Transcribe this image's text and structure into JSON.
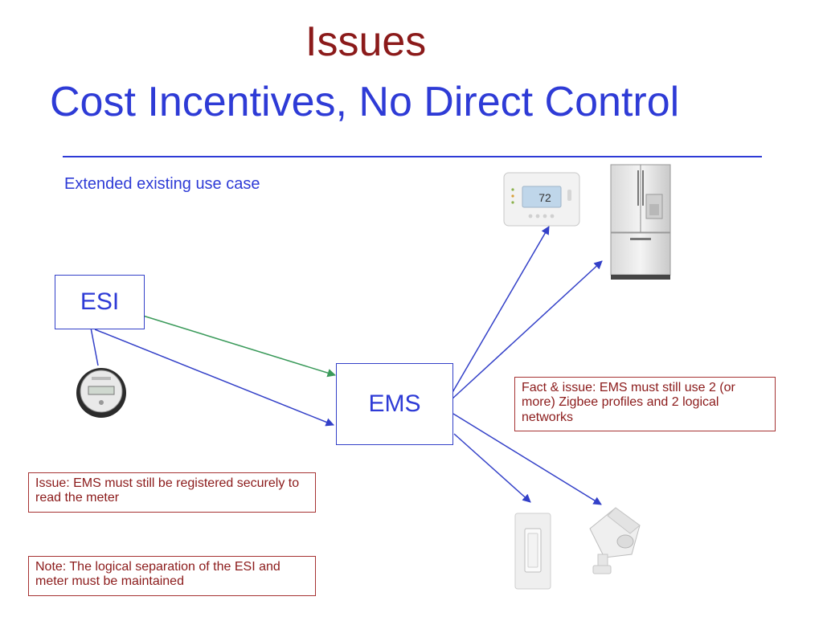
{
  "title": {
    "main": "Issues",
    "sub": "Cost Incentives, No Direct Control"
  },
  "subtitle": "Extended existing use case",
  "nodes": {
    "esi": "ESI",
    "ems": "EMS"
  },
  "notes": {
    "fact": "Fact & issue:  EMS must still use 2 (or more) Zigbee profiles and 2 logical networks",
    "issue": "Issue:  EMS must still be registered securely to read the meter",
    "separation": "Note: The logical separation of the ESI and meter must be maintained"
  },
  "devices": {
    "thermostat_reading": "72",
    "icons": [
      "thermostat-icon",
      "refrigerator-icon",
      "meter-icon",
      "light-switch-icon",
      "motion-sensor-icon"
    ]
  },
  "colors": {
    "title_main": "#8b1a1a",
    "title_sub": "#2e3bd6",
    "arrow_blue": "#3340c8",
    "arrow_green": "#3a9a5a",
    "note_border": "#a63232"
  }
}
